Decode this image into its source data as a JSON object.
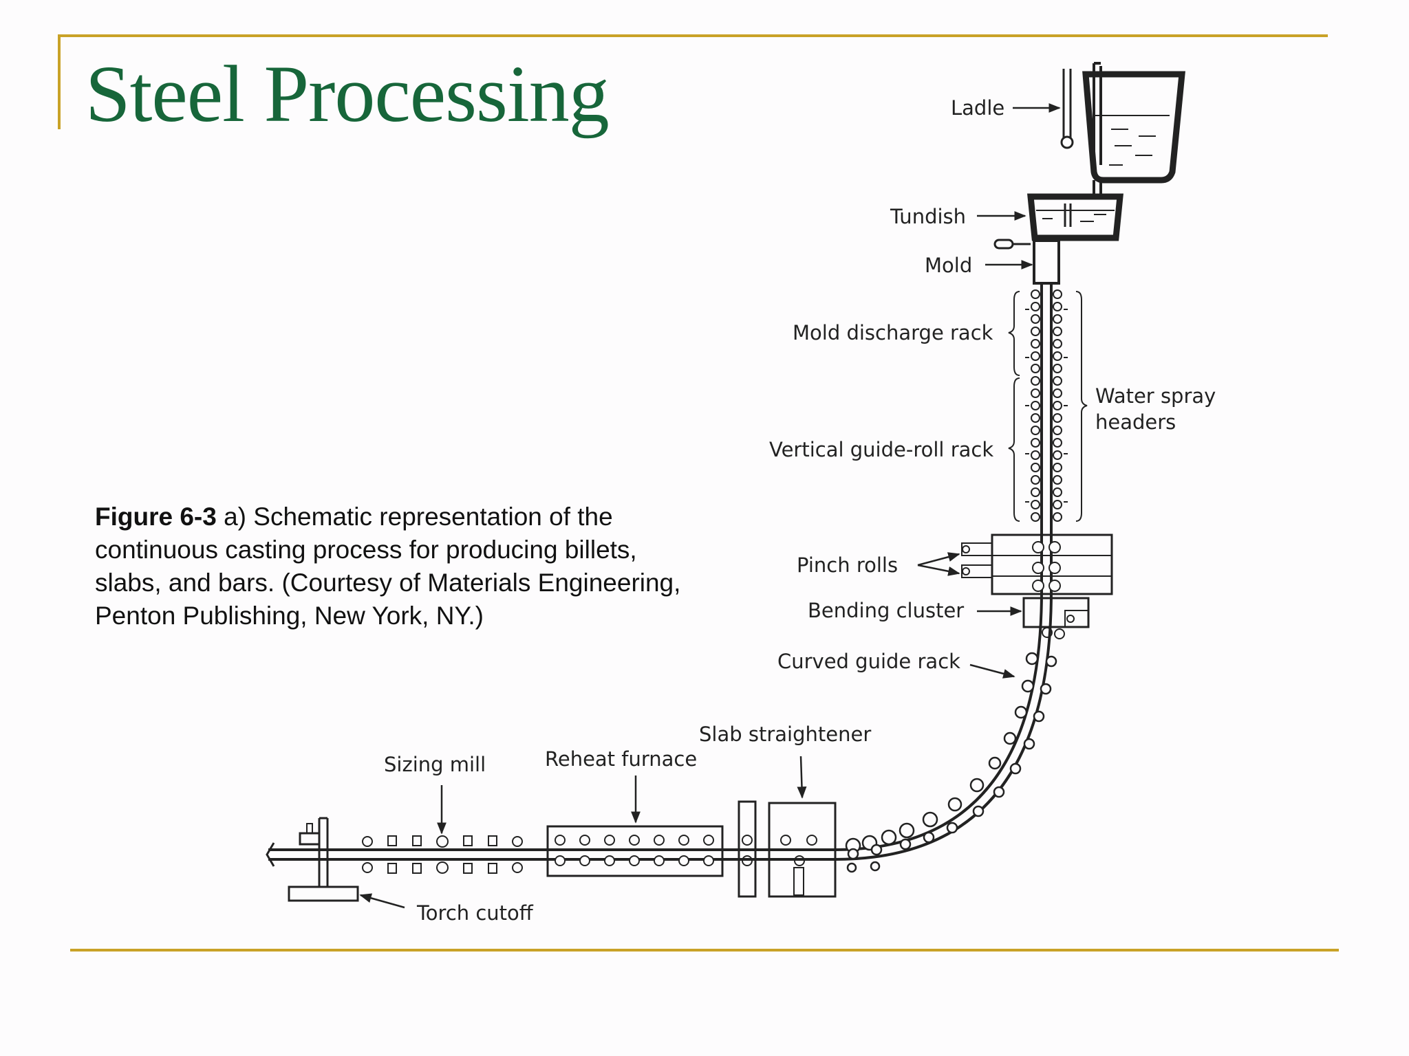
{
  "title": "Steel Processing",
  "caption": {
    "figure_label": "Figure 6-3",
    "text": " a) Schematic representation of the continuous casting process for producing billets, slabs, and bars. (Courtesy of Materials Engineering, Penton Publishing, New York, NY.)"
  },
  "diagram": {
    "labels": {
      "ladle": "Ladle",
      "tundish": "Tundish",
      "mold": "Mold",
      "mold_discharge_rack": "Mold discharge rack",
      "water_spray_line1": "Water spray",
      "water_spray_line2": "headers",
      "vertical_guide_roll_rack": "Vertical guide-roll rack",
      "pinch_rolls": "Pinch rolls",
      "bending_cluster": "Bending cluster",
      "curved_guide_rack": "Curved guide rack",
      "slab_straightener": "Slab straightener",
      "sizing_mill": "Sizing mill",
      "reheat_furnace": "Reheat furnace",
      "torch_cutoff": "Torch cutoff"
    }
  },
  "colors": {
    "title": "#17663a",
    "rule": "#c9a227",
    "diagram_ink": "#222222"
  }
}
